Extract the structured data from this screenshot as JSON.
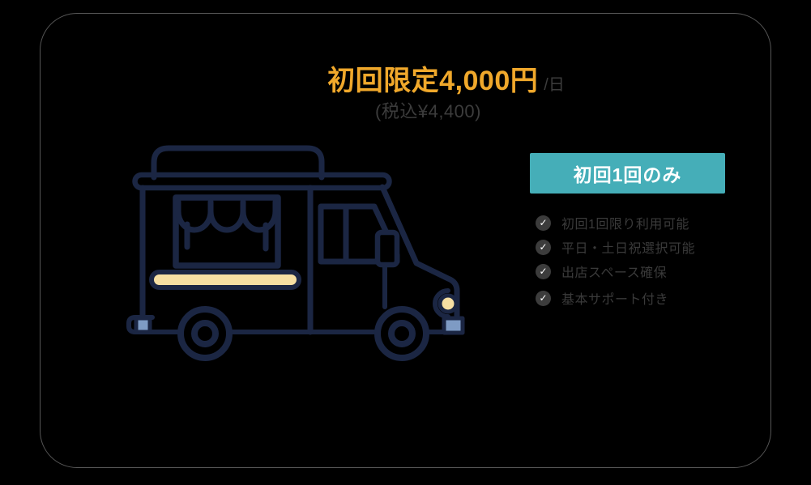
{
  "card": {
    "title": {
      "amount": "初回限定4,000円",
      "unit": "/日",
      "tax_note": "(税込¥4,400)"
    },
    "badge": {
      "label": "初回1回のみ"
    },
    "features": [
      {
        "label": "初回1回限り利用可能"
      },
      {
        "label": "平日・土日祝選択可能"
      },
      {
        "label": "出店スペース確保"
      },
      {
        "label": "基本サポート付き"
      }
    ],
    "illustration": "food-truck-line-art"
  },
  "icons": {
    "check_glyph": "✓"
  },
  "colors": {
    "background": "#000000",
    "card_border": "#565656",
    "accent_orange": "#F0A82B",
    "muted_text": "#3C3C3C",
    "badge_teal": "#45AEB8",
    "badge_text": "#FFFFFF",
    "truck_navy": "#1B2643",
    "truck_cream": "#F6DFA2",
    "truck_blue_gray": "#7E9BC4"
  }
}
